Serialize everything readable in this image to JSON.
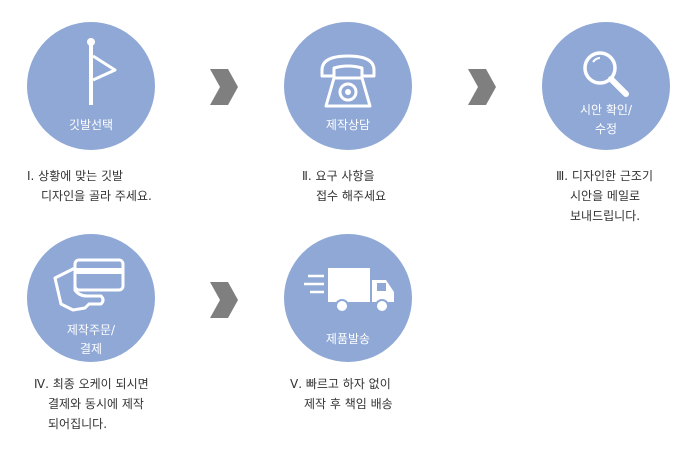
{
  "steps": [
    {
      "title": "깃발선택",
      "icon": "flag-icon",
      "desc_lines": [
        "Ⅰ. 상황에 맞는 깃발",
        "디자인을 골라 주세요."
      ]
    },
    {
      "title": "제작상담",
      "icon": "telephone-icon",
      "desc_lines": [
        "Ⅱ. 요구 사항을",
        "접수 해주세요"
      ]
    },
    {
      "title_lines": [
        "시안 확인/",
        "수정"
      ],
      "icon": "magnifier-icon",
      "desc_lines": [
        "Ⅲ. 디자인한 근조기",
        "시안을 메일로",
        "보내드립니다."
      ]
    },
    {
      "title_lines": [
        "제작주문/",
        "결제"
      ],
      "icon": "card-hand-icon",
      "desc_lines": [
        "Ⅳ. 최종 오케이 되시면",
        "결제와 동시에 제작",
        "되어집니다."
      ]
    },
    {
      "title": "제품발송",
      "icon": "delivery-truck-icon",
      "desc_lines": [
        "Ⅴ. 빠르고 하자 없이",
        "제작 후 책임 배송"
      ]
    }
  ],
  "colors": {
    "circle": "#8fa8d6",
    "arrow": "#7f7f7f",
    "text": "#333333"
  }
}
